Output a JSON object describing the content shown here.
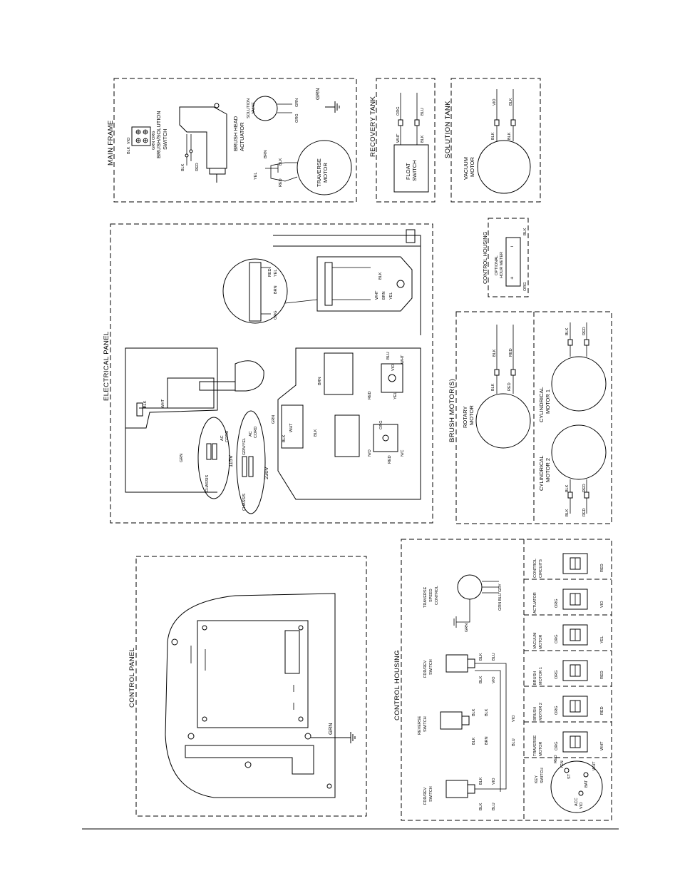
{
  "sections": {
    "main_frame": "MAIN FRAME",
    "recovery_tank": "RECOVERY TANK",
    "solution_tank": "SOLUTION TANK",
    "electrical_panel": "ELECTRICAL PANEL",
    "control_housing_hour": "CONTROL HOUSING",
    "brush_motors": "BRUSH MOTOR(S)",
    "control_panel": "CONTROL PANEL",
    "control_housing": "CONTROL HOUSING"
  },
  "main_frame": {
    "brush_solution_switch": [
      "BRUSH/SOLUTION",
      "SWITCH"
    ],
    "brush_head_actuator": [
      "BRUSH HEAD",
      "ACTUATOR"
    ],
    "solution_valve": [
      "SOLUTION",
      "VALVE"
    ],
    "traverse_motor": [
      "TRAVERSE",
      "MOTOR"
    ],
    "grn": "GRN",
    "wires": {
      "blk": "BLK",
      "red": "RED",
      "yel": "YEL",
      "brn": "BRN",
      "org": "ORG",
      "vio": "VIO",
      "grn": "GRN"
    }
  },
  "recovery_tank": {
    "float_switch": [
      "FLOAT",
      "SWITCH"
    ],
    "wires": {
      "org": "ORG",
      "blu": "BLU",
      "wht": "WHT",
      "blk": "BLK"
    }
  },
  "solution_tank": {
    "vacuum_motor": [
      "VACUUM",
      "MOTOR"
    ],
    "wires": {
      "vio": "VIO",
      "blk": "BLK"
    }
  },
  "hour_meter": {
    "label": [
      "OPTIONAL",
      "HOUR METER"
    ],
    "plus": "+",
    "minus": "−",
    "org": "ORG",
    "blk": "BLK"
  },
  "electrical_panel": {
    "v115": "115V",
    "v230": "230V",
    "ac": "AC",
    "cord": "CORD",
    "chassis": "CHASSIS",
    "grn_yel": "GRN/YEL",
    "grn": "GRN",
    "wht": "WHT",
    "blk": "BLK",
    "red": "RED",
    "yel": "YEL",
    "org": "ORG",
    "blu": "BLU",
    "no": "N/O",
    "nc": "N/C",
    "brn": "BRN",
    "vio": "VIO"
  },
  "brush_motors": {
    "rotary_motor": [
      "ROTARY",
      "MOTOR"
    ],
    "cylindrical_motor_1": [
      "CYLINDRICAL",
      "MOTOR 1"
    ],
    "cylindrical_motor_2": [
      "CYLINDRICAL",
      "MOTOR 2"
    ],
    "blk": "BLK",
    "red": "RED"
  },
  "control_panel": {
    "grn": "GRN"
  },
  "control_housing": {
    "traverse_speed_control": [
      "TRAVERSE",
      "SPEED",
      "CONTROL"
    ],
    "fdr_rev_switch_top": [
      "FDR/REV",
      "SWITCH"
    ],
    "reverse_switch": [
      "REVERSE",
      "SWITCH"
    ],
    "fdr_rev_switch_bottom": [
      "FDR/REV",
      "SWITCH"
    ],
    "speed_wires": "GRN BLU GRY",
    "grn": "GRN",
    "blk": "BLK",
    "blu": "BLU",
    "vio": "VIO",
    "brn": "BRN",
    "breakers": [
      {
        "label": [
          "CONTROL",
          "CIRCUITS"
        ],
        "wire_a": "",
        "wire_b": "RED"
      },
      {
        "label": [
          "ACTUATOR"
        ],
        "wire_a": "ORG",
        "wire_b": "VIO"
      },
      {
        "label": [
          "VACUUM",
          "MOTOR"
        ],
        "wire_a": "ORG",
        "wire_b": "YEL"
      },
      {
        "label": [
          "BRUSH",
          "MOTOR 1"
        ],
        "wire_a": "ORG",
        "wire_b": "RED"
      },
      {
        "label": [
          "BRUSH",
          "MOTOR 2"
        ],
        "wire_a": "ORG",
        "wire_b": "RED"
      },
      {
        "label": [
          "TRAVERSE",
          "MOTOR"
        ],
        "wire_a": "ORG",
        "wire_b": "WHT"
      }
    ],
    "key_switch": {
      "label": [
        "KEY",
        "SWITCH"
      ],
      "ign": "IGN",
      "st": "ST",
      "bat": "BAT",
      "acc": "ACC",
      "red": "RED",
      "wht": "WHT",
      "vio": "VIO"
    }
  }
}
